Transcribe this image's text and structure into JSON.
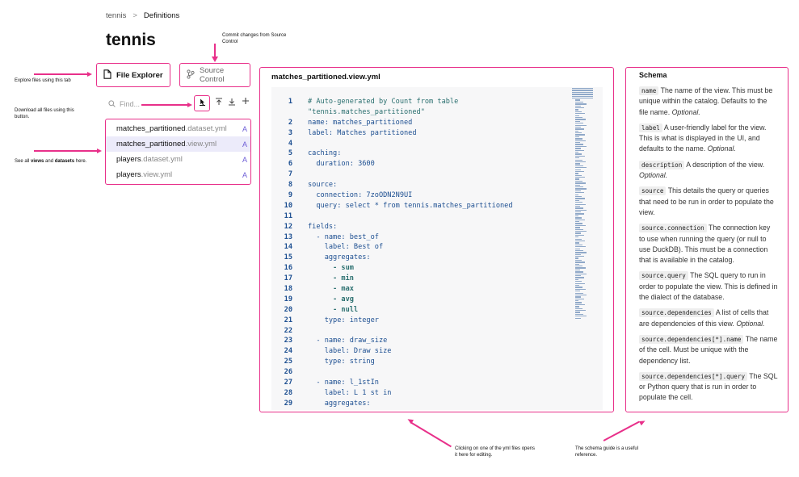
{
  "breadcrumb": {
    "root": "tennis",
    "separator": ">",
    "current": "Definitions"
  },
  "page_title": "tennis",
  "tabs": {
    "file_explorer": "File Explorer",
    "source_control": "Source Control"
  },
  "find": {
    "placeholder": "Find..."
  },
  "files": [
    {
      "stem": "matches_partitioned",
      "ext": ".dataset.yml",
      "status": "A",
      "active": false
    },
    {
      "stem": "matches_partitioned",
      "ext": ".view.yml",
      "status": "A",
      "active": true
    },
    {
      "stem": "players",
      "ext": ".dataset.yml",
      "status": "A",
      "active": false
    },
    {
      "stem": "players",
      "ext": ".view.yml",
      "status": "A",
      "active": false
    }
  ],
  "editor": {
    "filename": "matches_partitioned.view.yml",
    "lines": [
      {
        "n": "1",
        "t": "# Auto-generated by Count from table",
        "s": "comment"
      },
      {
        "n": "",
        "t": "\"tennis.matches_partitioned\"",
        "s": "comment"
      },
      {
        "n": "2",
        "t": "name: matches_partitioned",
        "s": ""
      },
      {
        "n": "3",
        "t": "label: Matches partitioned",
        "s": ""
      },
      {
        "n": "4",
        "t": "",
        "s": ""
      },
      {
        "n": "5",
        "t": "caching:",
        "s": ""
      },
      {
        "n": "6",
        "t": "  duration: 3600",
        "s": ""
      },
      {
        "n": "7",
        "t": "",
        "s": ""
      },
      {
        "n": "8",
        "t": "source:",
        "s": ""
      },
      {
        "n": "9",
        "t": "  connection: 7zoODN2N9UI",
        "s": ""
      },
      {
        "n": "10",
        "t": "  query: select * from tennis.matches_partitioned",
        "s": ""
      },
      {
        "n": "11",
        "t": "",
        "s": ""
      },
      {
        "n": "12",
        "t": "fields:",
        "s": ""
      },
      {
        "n": "13",
        "t": "  - name: best_of",
        "s": ""
      },
      {
        "n": "14",
        "t": "    label: Best of",
        "s": ""
      },
      {
        "n": "15",
        "t": "    aggregates:",
        "s": ""
      },
      {
        "n": "16",
        "t": "      - sum",
        "s": "kw"
      },
      {
        "n": "17",
        "t": "      - min",
        "s": "kw"
      },
      {
        "n": "18",
        "t": "      - max",
        "s": "kw"
      },
      {
        "n": "19",
        "t": "      - avg",
        "s": "kw"
      },
      {
        "n": "20",
        "t": "      - null",
        "s": "kw"
      },
      {
        "n": "21",
        "t": "    type: integer",
        "s": ""
      },
      {
        "n": "22",
        "t": "",
        "s": ""
      },
      {
        "n": "23",
        "t": "  - name: draw_size",
        "s": ""
      },
      {
        "n": "24",
        "t": "    label: Draw size",
        "s": ""
      },
      {
        "n": "25",
        "t": "    type: string",
        "s": ""
      },
      {
        "n": "26",
        "t": "",
        "s": ""
      },
      {
        "n": "27",
        "t": "  - name: l_1stIn",
        "s": ""
      },
      {
        "n": "28",
        "t": "    label: L 1 st in",
        "s": ""
      },
      {
        "n": "29",
        "t": "    aggregates:",
        "s": ""
      }
    ]
  },
  "schema": {
    "title": "Schema",
    "entries": [
      {
        "code": "name",
        "text": " The name of the view. This must be unique within the catalog. Defaults to the file name. ",
        "opt": "Optional."
      },
      {
        "code": "label",
        "text": " A user-friendly label for the view. This is what is displayed in the UI, and defaults to the name. ",
        "opt": "Optional."
      },
      {
        "code": "description",
        "text": " A description of the view. ",
        "opt": "Optional."
      },
      {
        "code": "source",
        "text": " This details the query or queries that need to be run in order to populate the view.",
        "opt": ""
      },
      {
        "code": "source.connection",
        "text": " The connection key to use when running the query (or null to use DuckDB). This must be a connection that is available in the catalog.",
        "opt": ""
      },
      {
        "code": "source.query",
        "text": " The SQL query to run in order to populate the view. This is defined in the dialect of the database.",
        "opt": ""
      },
      {
        "code": "source.dependencies",
        "text": " A list of cells that are dependencies of this view. ",
        "opt": "Optional."
      },
      {
        "code": "source.dependencies[*].name",
        "text": " The name of the cell. Must be unique with the dependency list.",
        "opt": ""
      },
      {
        "code": "source.dependencies[*].query",
        "text": " The SQL or Python query that is run in order to populate the cell.",
        "opt": ""
      }
    ]
  },
  "annotations": {
    "commit": "Commit changes from Source Control",
    "explore": "Explore files using this tab",
    "download": "Download all files using this button.",
    "see_all_pre": "See all ",
    "see_all_views": "views",
    "see_all_and": " and ",
    "see_all_datasets": "datasets",
    "see_all_post": " here.",
    "click_yml": "Clicking on one of the yml files opens it here for editing.",
    "schema_guide": "The schema guide is a useful reference."
  },
  "colors": {
    "annotation": "#e8308a",
    "accent": "#6b5bd6",
    "code": "#1d4f91"
  },
  "icons": [
    "file-icon",
    "git-branch-icon",
    "search-icon",
    "download-all-icon",
    "upload-icon",
    "download-icon",
    "plus-icon"
  ]
}
